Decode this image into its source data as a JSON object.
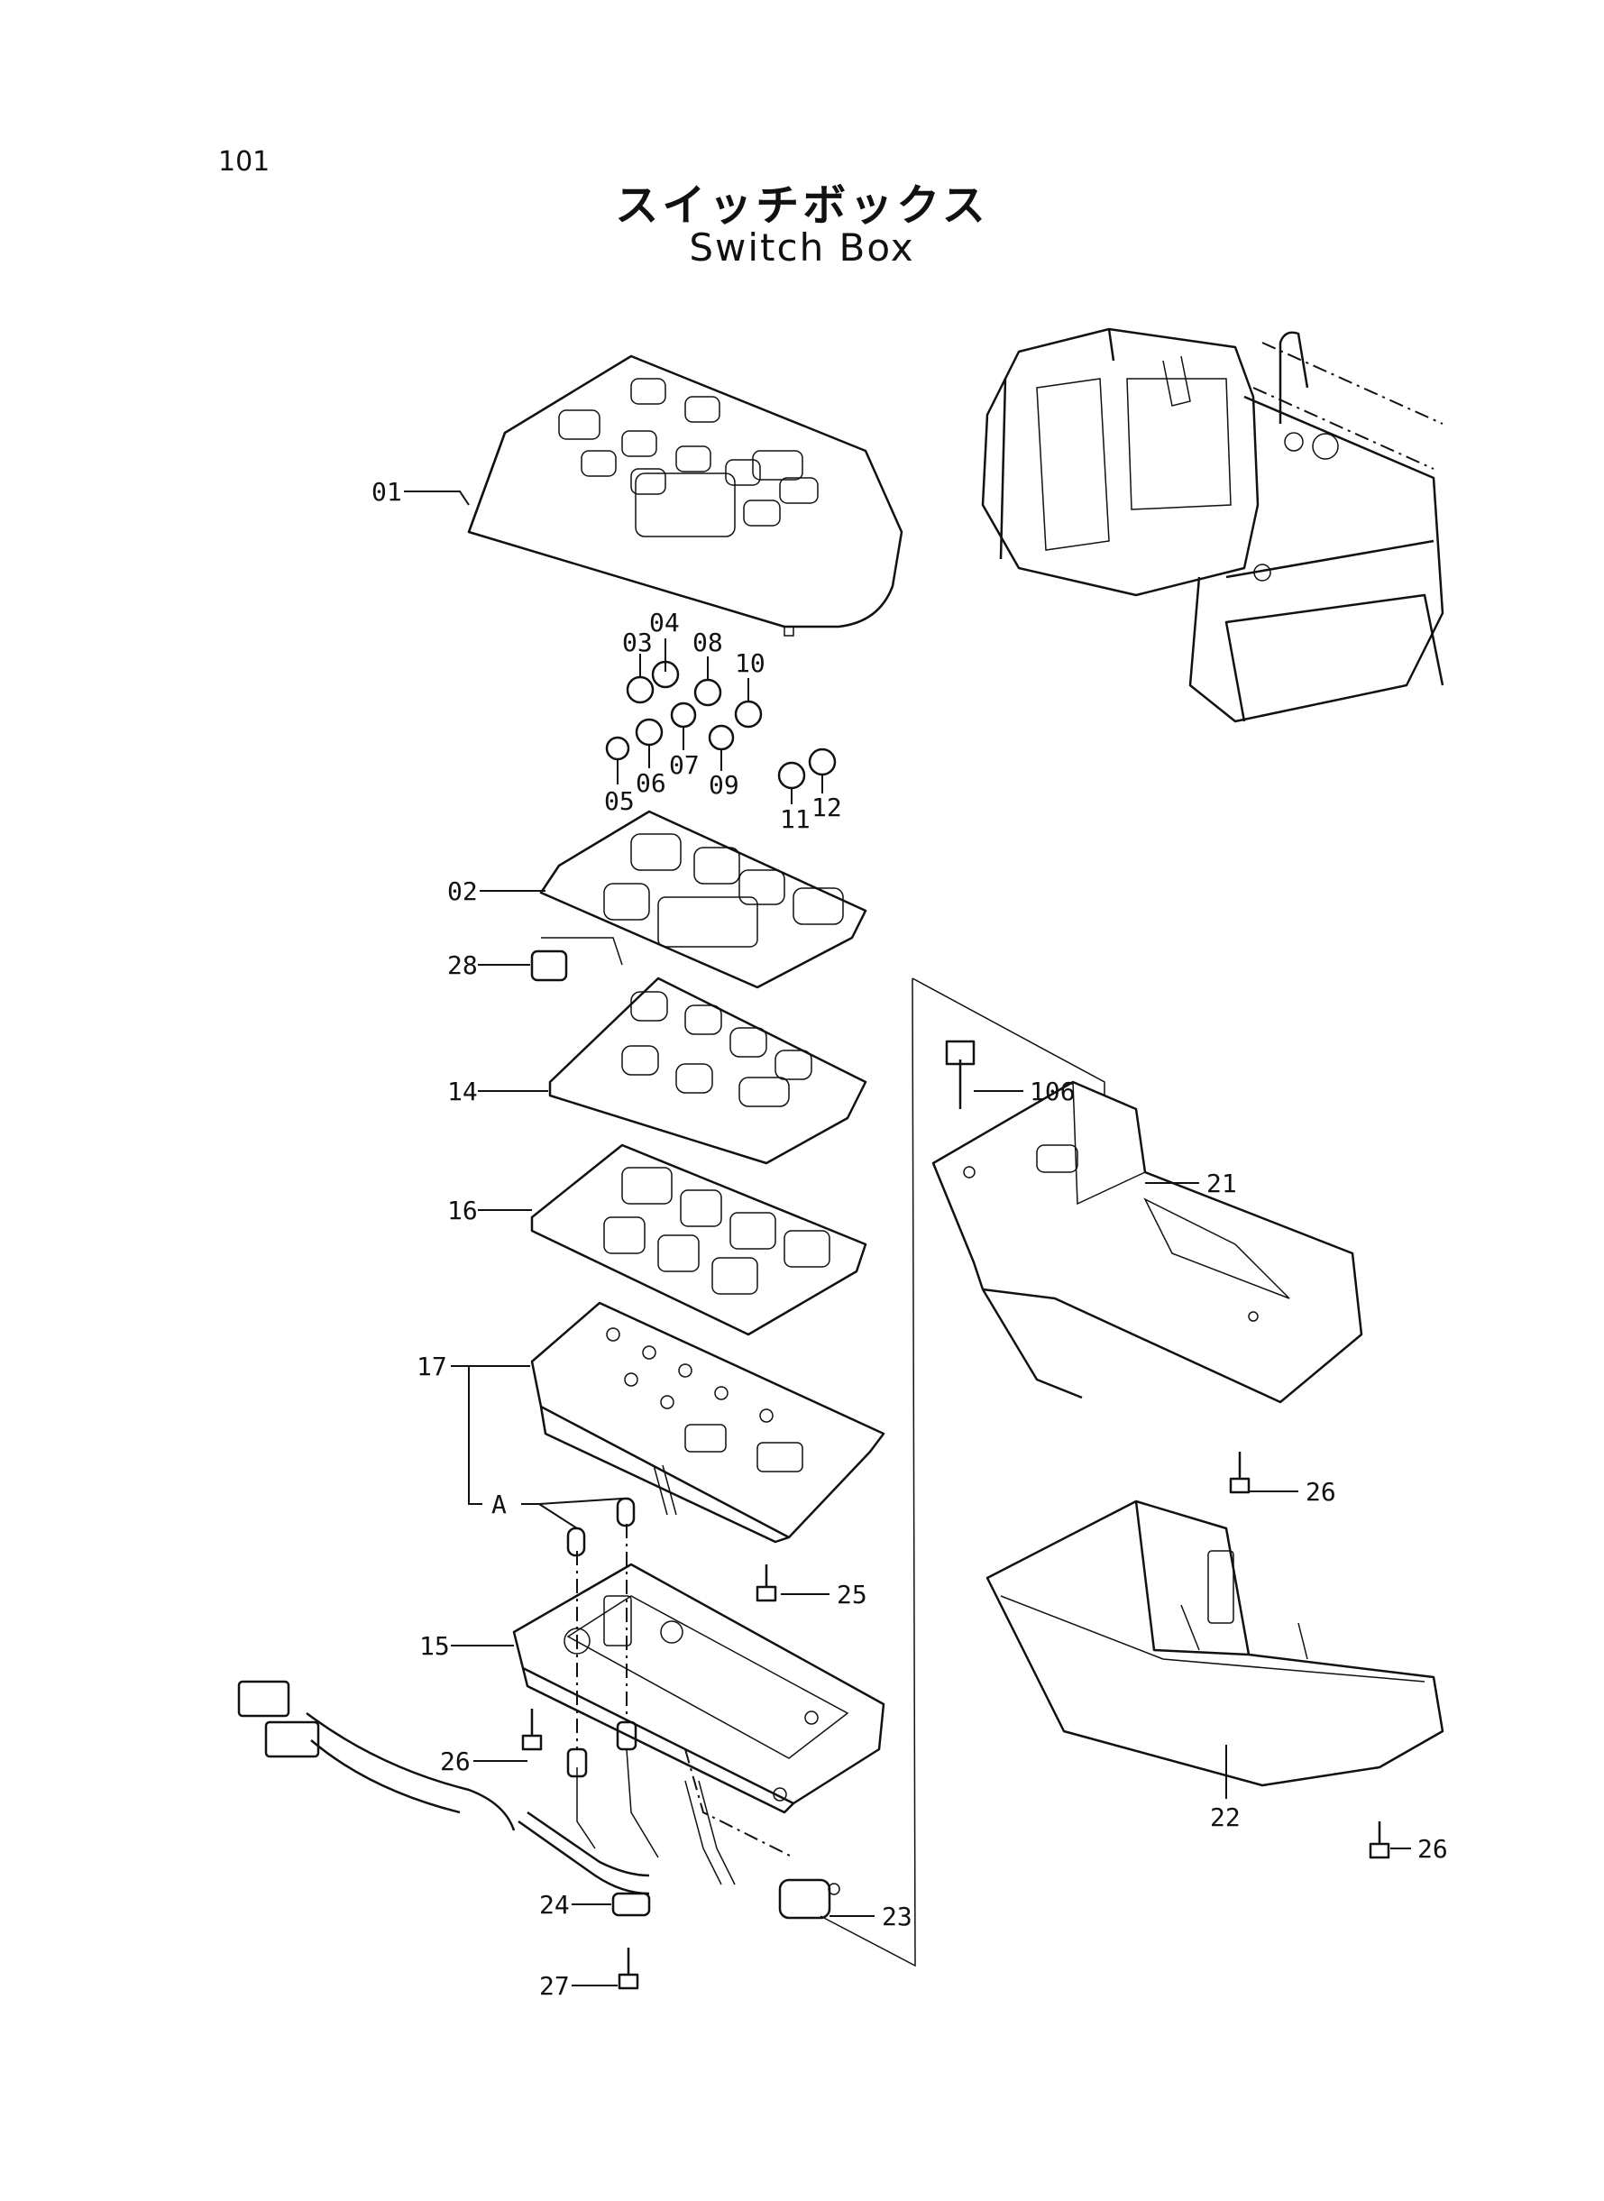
{
  "page": {
    "number": "101"
  },
  "title": {
    "japanese": "スイッチボックス",
    "english": "Switch Box"
  },
  "callouts": [
    {
      "id": "01",
      "text": "01"
    },
    {
      "id": "02",
      "text": "02"
    },
    {
      "id": "03",
      "text": "03"
    },
    {
      "id": "04",
      "text": "04"
    },
    {
      "id": "05",
      "text": "05"
    },
    {
      "id": "06",
      "text": "06"
    },
    {
      "id": "07",
      "text": "07"
    },
    {
      "id": "08",
      "text": "08"
    },
    {
      "id": "09",
      "text": "09"
    },
    {
      "id": "10",
      "text": "10"
    },
    {
      "id": "11",
      "text": "11"
    },
    {
      "id": "12",
      "text": "12"
    },
    {
      "id": "14",
      "text": "14"
    },
    {
      "id": "15",
      "text": "15"
    },
    {
      "id": "16",
      "text": "16"
    },
    {
      "id": "17",
      "text": "17"
    },
    {
      "id": "A",
      "text": "A"
    },
    {
      "id": "21",
      "text": "21"
    },
    {
      "id": "22",
      "text": "22"
    },
    {
      "id": "23",
      "text": "23"
    },
    {
      "id": "24",
      "text": "24"
    },
    {
      "id": "25",
      "text": "25"
    },
    {
      "id": "26a",
      "text": "26"
    },
    {
      "id": "26b",
      "text": "26"
    },
    {
      "id": "26c",
      "text": "26"
    },
    {
      "id": "27",
      "text": "27"
    },
    {
      "id": "28",
      "text": "28"
    },
    {
      "id": "106",
      "text": "106"
    }
  ]
}
